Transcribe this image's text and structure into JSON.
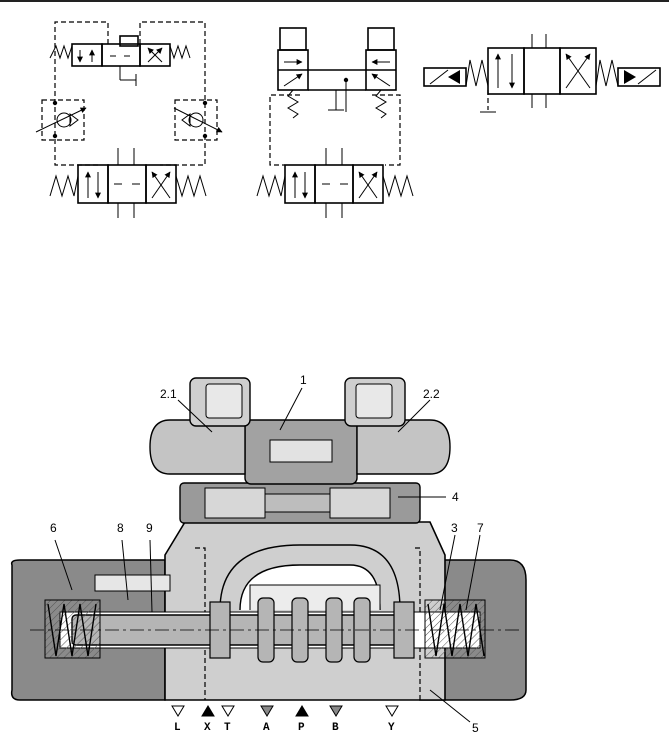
{
  "callouts": {
    "c1": "1",
    "c21": "2.1",
    "c22": "2.2",
    "c3": "3",
    "c4": "4",
    "c5": "5",
    "c6": "6",
    "c7": "7",
    "c8": "8",
    "c9": "9"
  },
  "ports": [
    "L",
    "X",
    "T",
    "A",
    "P",
    "B",
    "Y"
  ],
  "colors": {
    "ink": "#000000",
    "body_grey": "#c9c9c9",
    "dark_grey": "#7d7d7d",
    "mid_grey": "#a8a8a8"
  }
}
